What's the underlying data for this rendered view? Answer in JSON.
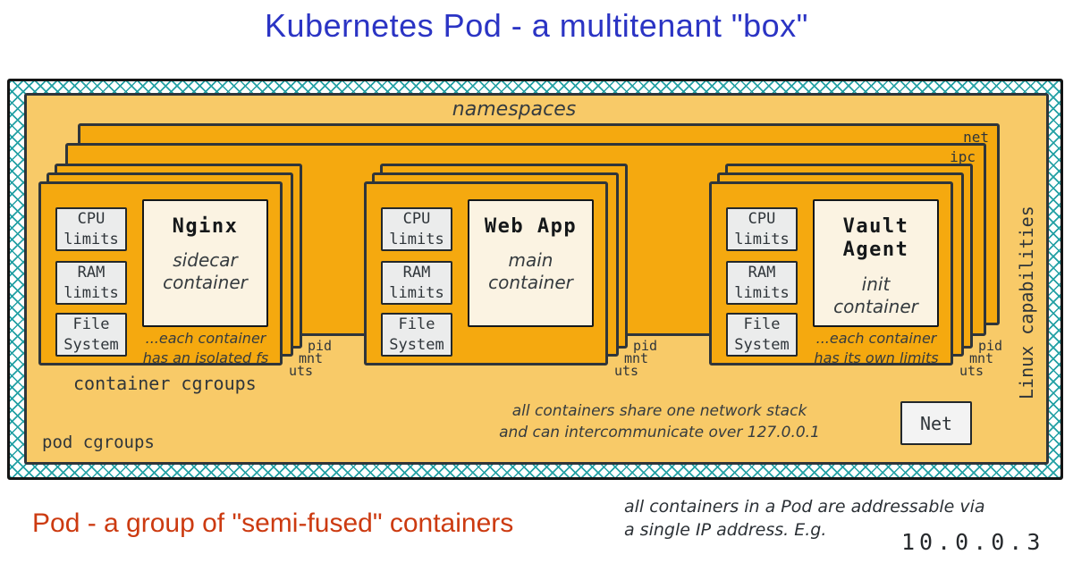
{
  "title": "Kubernetes Pod - a multitenant \"box\"",
  "subtitle": "Pod - a group of \"semi-fused\" containers",
  "colors": {
    "title_blue": "#2b34c4",
    "subtitle_red": "#cc3a10",
    "pod_fill": "#f8ca68",
    "namespace_fill": "#f5a90f",
    "container_fill": "#fbf3e2",
    "limit_box_fill": "#ebecec",
    "outline_dark": "#2f353a",
    "crosshatch_teal": "#23a0a4"
  },
  "pod": {
    "namespaces_label": "namespaces",
    "net_namespace_label": "net",
    "ipc_namespace_label": "ipc",
    "per_container_namespaces": [
      "pid",
      "mnt",
      "uts"
    ],
    "container_cgroups_label": "container cgroups",
    "pod_cgroups_label": "pod cgroups",
    "linux_capabilities_label": "Linux capabilities",
    "network_note": "all containers share one network stack\nand can intercommunicate over 127.0.0.1",
    "net_box_label": "Net"
  },
  "containers": [
    {
      "name": "Nginx",
      "role": "sidecar\ncontainer",
      "limits": [
        "CPU\nlimits",
        "RAM\nlimits",
        "File\nSystem"
      ],
      "caption": "...each container\nhas an isolated fs"
    },
    {
      "name": "Web App",
      "role": "main\ncontainer",
      "limits": [
        "CPU\nlimits",
        "RAM\nlimits",
        "File\nSystem"
      ]
    },
    {
      "name": "Vault\nAgent",
      "role": "init\ncontainer",
      "limits": [
        "CPU\nlimits",
        "RAM\nlimits",
        "File\nSystem"
      ],
      "caption": "...each container\nhas its own limits"
    }
  ],
  "footnote": {
    "text": "all containers in a Pod are addressable via\na single IP address. E.g.",
    "ip_address": "10.0.0.3"
  }
}
